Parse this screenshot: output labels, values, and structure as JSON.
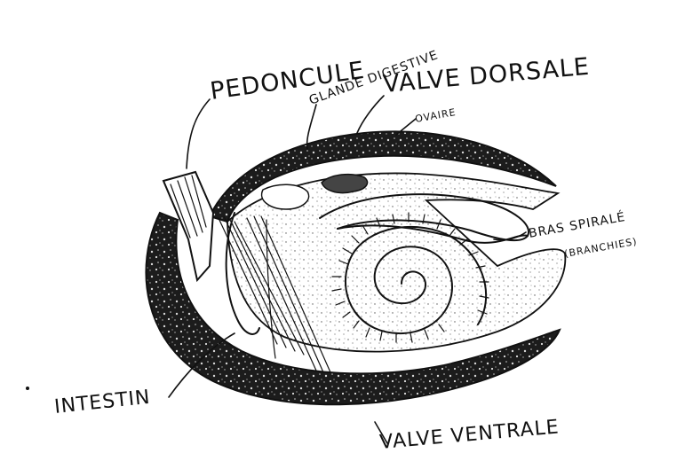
{
  "labels": {
    "pedoncule": "PEDONCULE",
    "glande_digestive": "GLANDE DIGESTIVE",
    "valve_dorsale": "VALVE DORSALE",
    "ovaire": "OVAIRE",
    "bras_spirale_1": "BRAS SPIRALÉ",
    "bras_spirale_2": "(BRANCHIES)",
    "intestin": "INTESTIN",
    "valve_ventrale": "VALVE VENTRALE"
  }
}
